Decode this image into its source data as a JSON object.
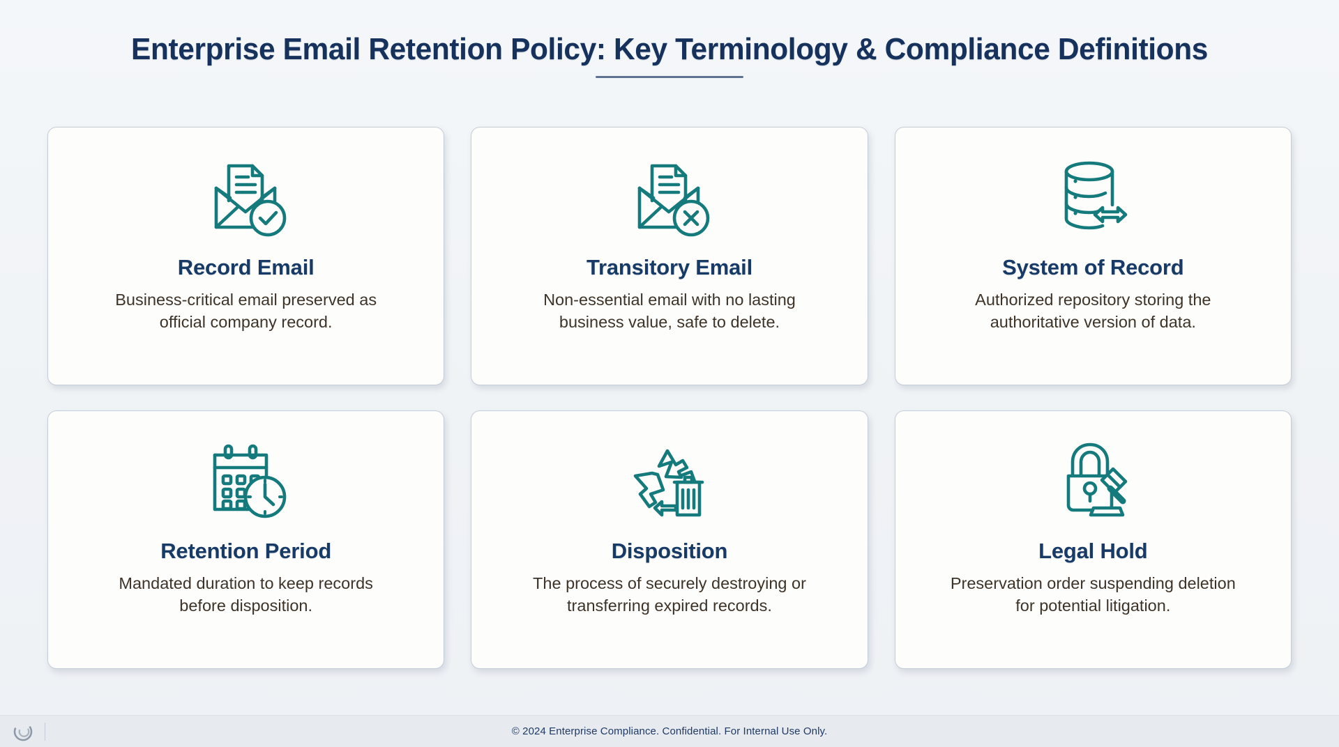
{
  "header": {
    "title": "Enterprise Email Retention Policy: Key Terminology & Compliance Definitions",
    "accent_rule_color": "#5d7190"
  },
  "theme": {
    "title_navy": "#16325c",
    "card_title_navy": "#183a66",
    "icon_teal": "#157a7c",
    "body_brown": "#3e3329",
    "card_background": "#fdfdfb",
    "card_border": "#c3cdd9",
    "page_background": "#f1f4f7",
    "footer_background": "#e7eaef"
  },
  "cards": [
    {
      "icon": "envelope-document-check-icon",
      "title": "Record Email",
      "description": "Business-critical email preserved as official company record."
    },
    {
      "icon": "envelope-document-cross-icon",
      "title": "Transitory Email",
      "description": "Non-essential email with no lasting business value, safe to delete."
    },
    {
      "icon": "database-exchange-icon",
      "title": "System of Record",
      "description": "Authorized repository storing the authoritative version of data."
    },
    {
      "icon": "calendar-clock-icon",
      "title": "Retention Period",
      "description": "Mandated duration to keep records before disposition."
    },
    {
      "icon": "recycle-trash-icon",
      "title": "Disposition",
      "description": "The process of securely destroying or transferring expired records."
    },
    {
      "icon": "padlock-gavel-icon",
      "title": "Legal Hold",
      "description": "Preservation order suspending deletion for potential litigation."
    }
  ],
  "footer": {
    "logo": "c-monogram-logo",
    "text": "© 2024 Enterprise Compliance. Confidential. For Internal Use Only."
  }
}
